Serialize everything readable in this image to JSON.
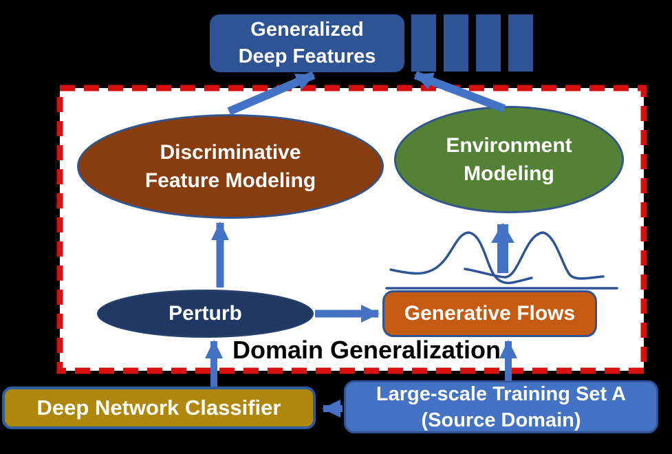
{
  "diagram_title": "Domain Generalization",
  "caption": "Domain Generalization",
  "panel": {
    "description": "white panel with red dashed boundary enclosing the domain generalization modules",
    "border_style": "dashed"
  },
  "nodes": {
    "generalized_deep_features": {
      "line1": "Generalized",
      "line2": "Deep Features",
      "shape": "rectangle",
      "fill": "#2F5496"
    },
    "feature_bars": {
      "count": 4,
      "shape": "vertical-bars",
      "fill": "#2F5496"
    },
    "discriminative_feature_modeling": {
      "line1": "Discriminative",
      "line2": "Feature Modeling",
      "shape": "ellipse",
      "fill": "#873D0E"
    },
    "environment_modeling": {
      "line1": "Environment",
      "line2": "Modeling",
      "shape": "ellipse",
      "fill": "#538135"
    },
    "perturb": {
      "label": "Perturb",
      "shape": "ellipse",
      "fill": "#1F3864"
    },
    "generative_flows": {
      "label": "Generative Flows",
      "shape": "rounded-rectangle",
      "fill": "#C55A11"
    },
    "deep_network_classifier": {
      "label": "Deep Network Classifier",
      "shape": "rounded-rectangle",
      "fill": "#AF870A"
    },
    "training_set": {
      "line1": "Large-scale Training Set A",
      "line2": "(Source Domain)",
      "shape": "rounded-rectangle",
      "fill": "#4472C4"
    }
  },
  "arrows": {
    "color": "#4472C4",
    "connections": [
      {
        "from": "discriminative_feature_modeling",
        "to": "generalized_deep_features"
      },
      {
        "from": "environment_modeling",
        "to": "feature_bars"
      },
      {
        "from": "perturb",
        "to": "discriminative_feature_modeling"
      },
      {
        "from": "generative_flows",
        "to": "environment_modeling"
      },
      {
        "from": "perturb",
        "to": "generative_flows"
      },
      {
        "from": "deep_network_classifier",
        "to": "perturb"
      },
      {
        "from": "training_set",
        "to": "generative_flows"
      },
      {
        "from": "training_set",
        "to": "deep_network_classifier"
      }
    ]
  },
  "decorations": {
    "distribution_curves": "two overlapping bell-shaped density curves above the Generative Flows box",
    "curve_color": "#2F5496"
  },
  "colors": {
    "primary_blue": "#2F5496",
    "brown": "#873D0E",
    "green": "#538135",
    "navy": "#1F3864",
    "orange": "#C55A11",
    "gold": "#AF870A",
    "accent_blue": "#4472C4",
    "arrow": "#4472C4",
    "dashed_border": "#D60F0F",
    "panel_fill": "#FFFFFF",
    "background": "#000000",
    "curve": "#2F5496",
    "text_light": "#FFFFFF",
    "text_dark": "#000000"
  }
}
